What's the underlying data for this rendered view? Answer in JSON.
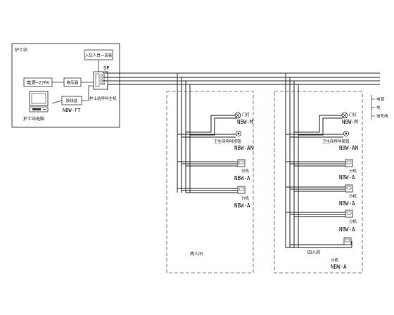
{
  "nurse_station": {
    "title": "护士站",
    "admission_list": "入住人员一览表",
    "pin_count": "9P",
    "power_label": "电源~220V",
    "power_supply": "稳压器",
    "host_label": "护士站呼叫主机",
    "junction_box": "接线盒",
    "pc_model": "NBW-FT",
    "pc_label": "护士站电脑"
  },
  "right_labels": {
    "power": "电源",
    "ground": "地",
    "signal": "信号线"
  },
  "wards": [
    {
      "room_label": "两人间",
      "devices": [
        {
          "name": "门灯",
          "model": "NBW-M"
        },
        {
          "name": "卫生间呼叫按钮",
          "model": "NBW-AN"
        },
        {
          "name": "分机",
          "model": "NBW-A"
        },
        {
          "name": "分机",
          "model": "NBW-A"
        }
      ]
    },
    {
      "room_label": "四人间",
      "devices": [
        {
          "name": "门灯",
          "model": "NBW-M"
        },
        {
          "name": "卫生间呼叫按钮",
          "model": "NBW-AN"
        },
        {
          "name": "分机",
          "model": "NBW-A"
        },
        {
          "name": "分机",
          "model": "NBW-A"
        },
        {
          "name": "分机",
          "model": "NBW-A"
        },
        {
          "name": "分机",
          "model": "NBW-A"
        }
      ]
    }
  ]
}
